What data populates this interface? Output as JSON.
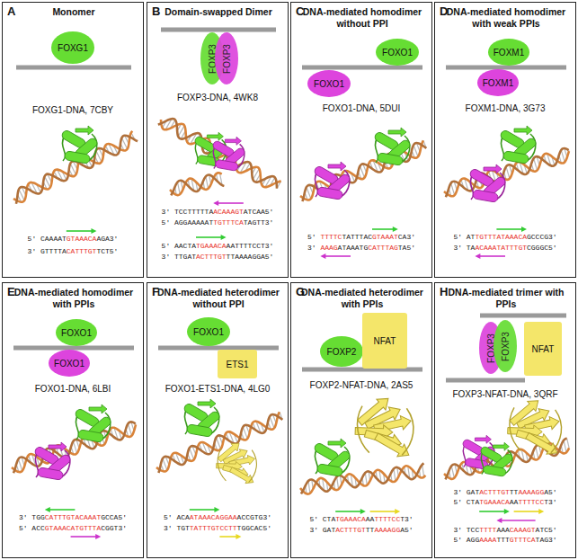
{
  "diagram": {
    "nodes": [
      {
        "text": [
          "A",
          "Monomer",
          "FOXG1-DNA, 7CBY",
          "5′ CAAAATGTAAACAAGA3′",
          "3′ GTTTTACATTTGTTCT5′"
        ]
      },
      {
        "text": [
          "FOXG1"
        ],
        "in": 0
      },
      {
        "text": [
          "B",
          "Domain-swapped Dimer",
          "FOXP3-DNA, 4WK8",
          "3′ TCCTTTTTAACAAAGTATCAA5′",
          "5′ AGGAAAAATTGTTTCATAGTT3′",
          "5′ AACTATGAAACAAATTTTCCT3′",
          "3′ TTGATACTTTGTTTAAAAGGA5′"
        ]
      },
      {
        "text": [
          "FOXP3"
        ],
        "in": 2
      },
      {
        "text": [
          "FOXP3"
        ],
        "in": 2
      },
      {
        "text": [
          "C",
          "DNA-mediated homodimer without PPI",
          "FOXO1-DNA, 5DUI",
          "5′ TTTTCTATTTACGTAAATCA3′",
          "3′ AAAGATAAATGCATTTAGTA5′"
        ]
      },
      {
        "text": [
          "FOXO1"
        ],
        "in": 5
      },
      {
        "text": [
          "FOXO1"
        ],
        "in": 5
      },
      {
        "text": [
          "D",
          "DNA-mediated homodimer with weak PPIs",
          "FOXM1-DNA, 3G73",
          "5′ ATTGTTTATAAACAGCCCG3′",
          "3′ TAACAAATATTTGTCGGGC5′"
        ]
      },
      {
        "text": [
          "FOXM1"
        ],
        "in": 8
      },
      {
        "text": [
          "FOXM1"
        ],
        "in": 8
      },
      {
        "text": [
          "E",
          "DNA-mediated homodimer with PPIs",
          "FOXO1-DNA, 6LBI",
          "3′ TGGCATTTGTACAAATGCCA5′",
          "5′ ACCGTAAACATGTTTACGGT3′"
        ]
      },
      {
        "text": [
          "FOXO1"
        ],
        "in": 11
      },
      {
        "text": [
          "FOXO1"
        ],
        "in": 11
      },
      {
        "text": [
          "F",
          "DNA-mediated heterodimer without PPI",
          "FOXO1-ETS1-DNA, 4LG0",
          "5′ ACAATAAACAGGAAACCGTG3′",
          "3′ TGTTATTTGTCCTTTGGCAC5′"
        ]
      },
      {
        "text": [
          "FOXO1"
        ],
        "in": 14
      },
      {
        "text": [
          "ETS1"
        ],
        "in": 14
      },
      {
        "text": [
          "G",
          "DNA-mediated heterodimer with PPIs",
          "FOXP2-NFAT-DNA, 2AS5",
          "5′ CTATGAAACAAATTTTCCT3′",
          "3′ GATACTTTGTTTAAAAGGA5′"
        ]
      },
      {
        "text": [
          "FOXP2"
        ],
        "in": 17
      },
      {
        "text": [
          "NFAT"
        ],
        "in": 17
      },
      {
        "text": [
          "H",
          "DNA-mediated trimer with PPIs",
          "FOXP3-NFAT-DNA, 3QRF",
          "3′ GATACTTTGTTTAAAAGGA5′",
          "5′ CTATGAAACAAATTTTCCT3′",
          "3′ TCCTTTTAAACAAAGTATC5′",
          "5′ AGGAAAATTTGTTTCATAG3′"
        ]
      },
      {
        "text": [
          "FOXP3"
        ],
        "in": 20
      },
      {
        "text": [
          "FOXP3"
        ],
        "in": 20
      },
      {
        "text": [
          "NFAT"
        ],
        "in": 20
      }
    ]
  }
}
